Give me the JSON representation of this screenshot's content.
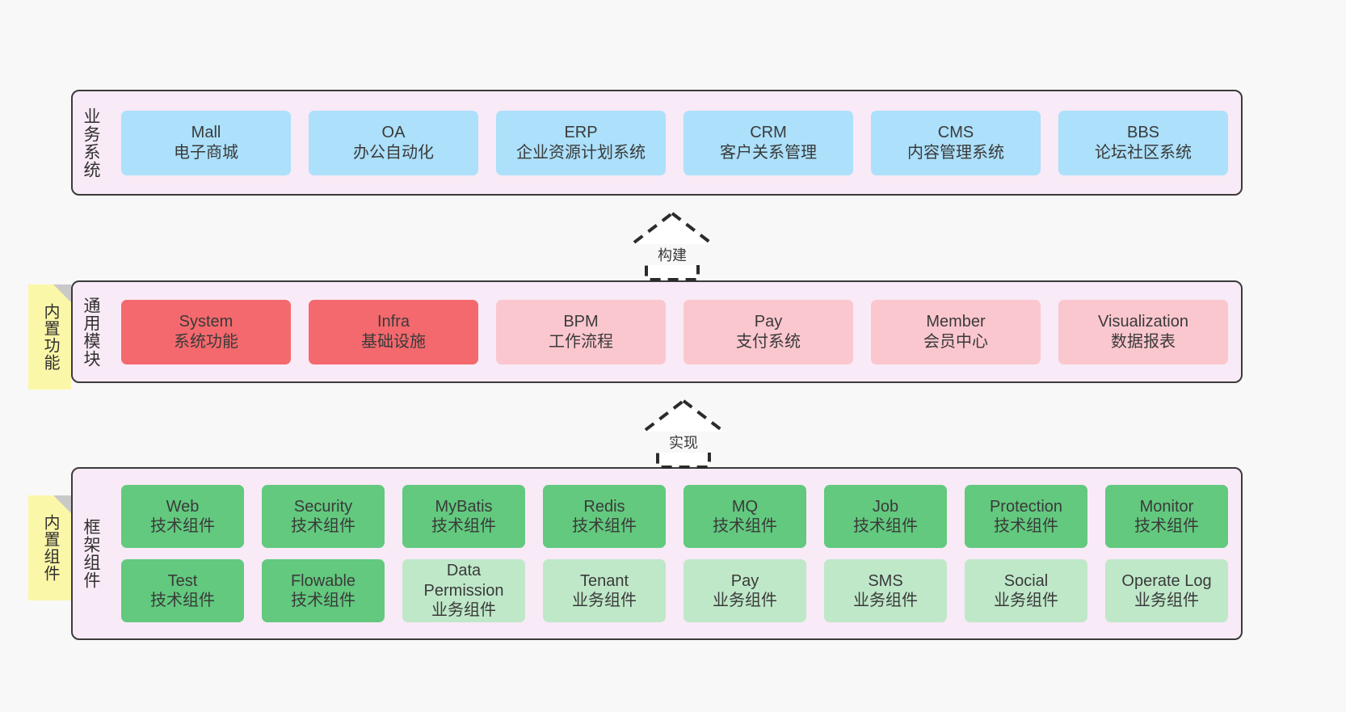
{
  "diagram": {
    "background_color": "#f8f8f8",
    "panel_color": "#f8eaf6",
    "panel_border_color": "#3b3b3b",
    "note_color": "#fbf7a8",
    "colors": {
      "blue": "#ace0fb",
      "red": "#f4696d",
      "pink": "#fbc7ce",
      "green": "#62c97e",
      "light_green": "#bfe8c9"
    }
  },
  "layers": {
    "business": {
      "title": "业务系统",
      "cards": [
        {
          "en": "Mall",
          "cn": "电子商城",
          "color": "blue"
        },
        {
          "en": "OA",
          "cn": "办公自动化",
          "color": "blue"
        },
        {
          "en": "ERP",
          "cn": "企业资源计划系统",
          "color": "blue"
        },
        {
          "en": "CRM",
          "cn": "客户关系管理",
          "color": "blue"
        },
        {
          "en": "CMS",
          "cn": "内容管理系统",
          "color": "blue"
        },
        {
          "en": "BBS",
          "cn": "论坛社区系统",
          "color": "blue"
        }
      ]
    },
    "common": {
      "title": "通用模块",
      "note": "内置功能",
      "cards": [
        {
          "en": "System",
          "cn": "系统功能",
          "color": "red"
        },
        {
          "en": "Infra",
          "cn": "基础设施",
          "color": "red"
        },
        {
          "en": "BPM",
          "cn": "工作流程",
          "color": "pink"
        },
        {
          "en": "Pay",
          "cn": "支付系统",
          "color": "pink"
        },
        {
          "en": "Member",
          "cn": "会员中心",
          "color": "pink"
        },
        {
          "en": "Visualization",
          "cn": "数据报表",
          "color": "pink"
        }
      ]
    },
    "framework": {
      "title": "框架组件",
      "note": "内置组件",
      "row1": [
        {
          "en": "Web",
          "cn": "技术组件",
          "color": "green"
        },
        {
          "en": "Security",
          "cn": "技术组件",
          "color": "green"
        },
        {
          "en": "MyBatis",
          "cn": "技术组件",
          "color": "green"
        },
        {
          "en": "Redis",
          "cn": "技术组件",
          "color": "green"
        },
        {
          "en": "MQ",
          "cn": "技术组件",
          "color": "green"
        },
        {
          "en": "Job",
          "cn": "技术组件",
          "color": "green"
        },
        {
          "en": "Protection",
          "cn": "技术组件",
          "color": "green"
        },
        {
          "en": "Monitor",
          "cn": "技术组件",
          "color": "green"
        }
      ],
      "row2": [
        {
          "en": "Test",
          "cn": "技术组件",
          "color": "green"
        },
        {
          "en": "Flowable",
          "cn": "技术组件",
          "color": "green"
        },
        {
          "en": "Data Permission",
          "cn": "业务组件",
          "color": "light_green"
        },
        {
          "en": "Tenant",
          "cn": "业务组件",
          "color": "light_green"
        },
        {
          "en": "Pay",
          "cn": "业务组件",
          "color": "light_green"
        },
        {
          "en": "SMS",
          "cn": "业务组件",
          "color": "light_green"
        },
        {
          "en": "Social",
          "cn": "业务组件",
          "color": "light_green"
        },
        {
          "en": "Operate Log",
          "cn": "业务组件",
          "color": "light_green"
        }
      ]
    }
  },
  "connectors": {
    "build": {
      "label": "构建",
      "style": "dashed-hollow-arrow-up"
    },
    "implement": {
      "label": "实现",
      "style": "dashed-hollow-arrow-up"
    }
  }
}
